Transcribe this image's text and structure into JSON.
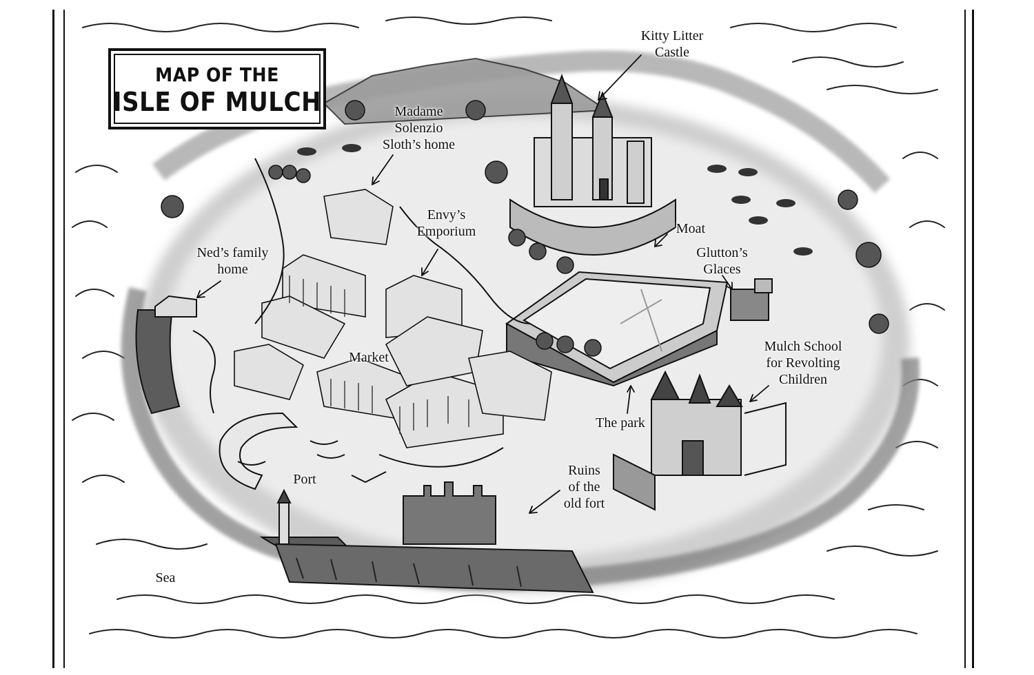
{
  "map": {
    "title_line1": "MAP OF THE",
    "title_line2": "ISLE OF MULCH",
    "labels": {
      "kitty_litter_castle": "Kitty Litter\nCastle",
      "madame_sloth_home": "Madame\nSolenzio\nSloth’s home",
      "envys_emporium": "Envy’s\nEmporium",
      "neds_family_home": "Ned’s family\nhome",
      "moat": "Moat",
      "gluttons_glaces": "Glutton’s\nGlaces",
      "market": "Market",
      "mulch_school": "Mulch School\nfor Revolting\nChildren",
      "the_park": "The park",
      "port": "Port",
      "ruins_old_fort": "Ruins\nof the\nold fort",
      "sea": "Sea"
    },
    "colors": {
      "ink": "#111111",
      "wash_dark": "#6e6e6e",
      "wash_mid": "#a9a9a9",
      "wash_light": "#d6d6d6",
      "paper": "#ffffff"
    }
  }
}
